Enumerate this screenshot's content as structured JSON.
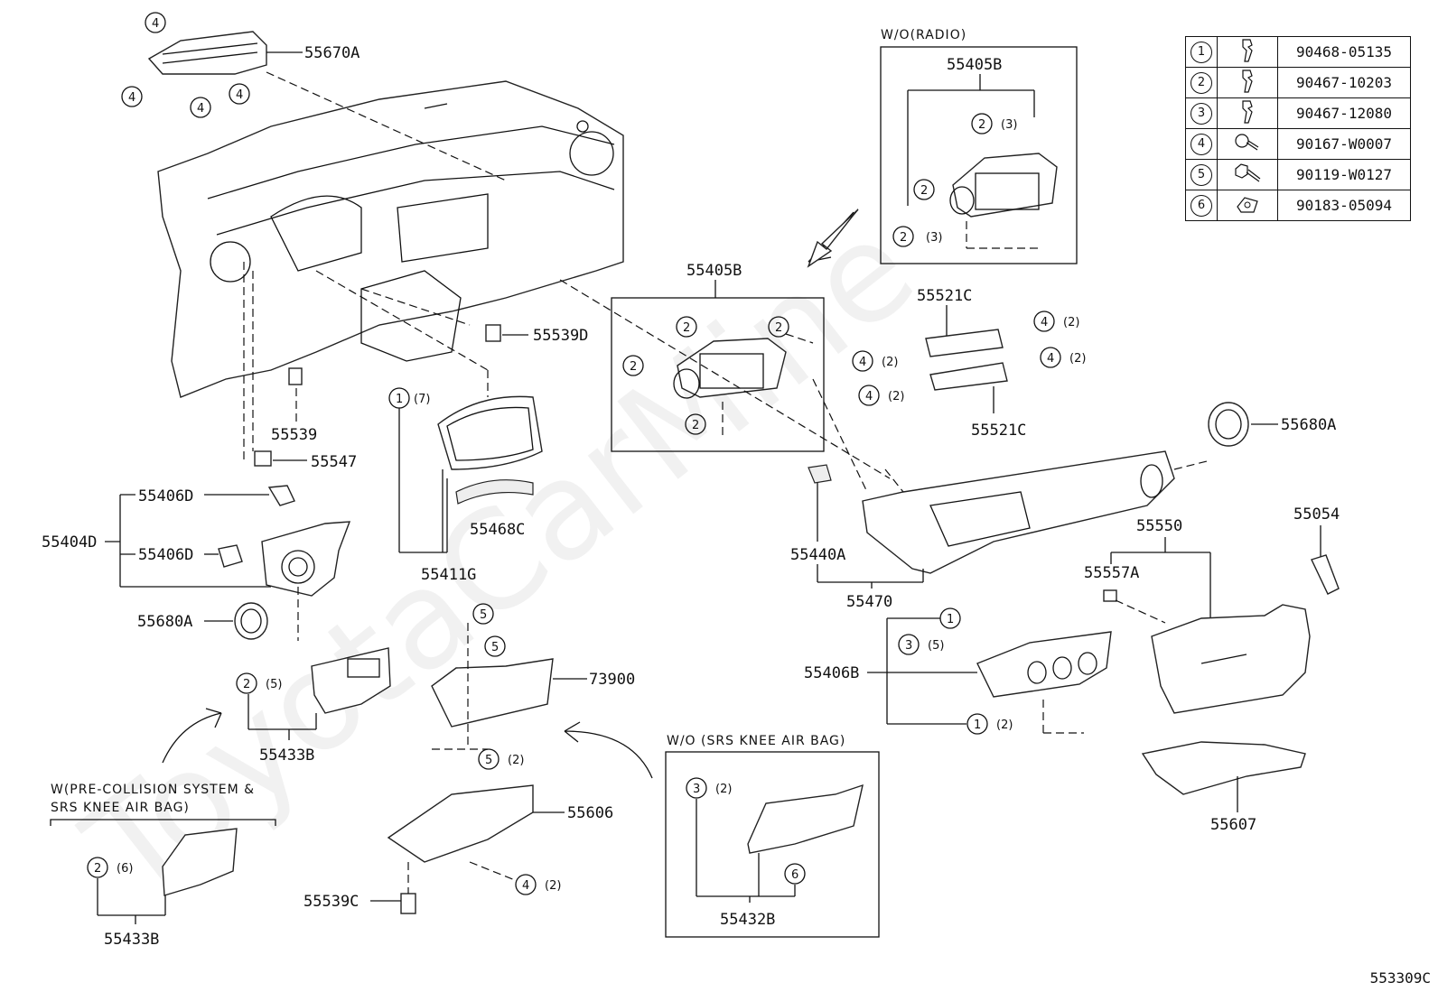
{
  "watermark": "ToyotaCarMine",
  "figure_number": "553309C",
  "captions": {
    "without_radio": "W/O(RADIO)",
    "without_knee_airbag": "W/O (SRS KNEE AIR BAG)",
    "with_precollision_1": "W(PRE-COLLISION SYSTEM &",
    "with_precollision_2": "SRS KNEE AIR BAG)"
  },
  "parts": {
    "p55670A": "55670A",
    "p55405B_top": "55405B",
    "p55405B_main": "55405B",
    "p55521C_top": "55521C",
    "p55521C_bottom": "55521C",
    "p55680A_right": "55680A",
    "p55539D": "55539D",
    "p55539": "55539",
    "p55547": "55547",
    "p55406D_top": "55406D",
    "p55404D": "55404D",
    "p55406D_bottom": "55406D",
    "p55468C": "55468C",
    "p55411G": "55411G",
    "p55440A": "55440A",
    "p55470": "55470",
    "p55550": "55550",
    "p55054": "55054",
    "p55557A": "55557A",
    "p55680A_left": "55680A",
    "p73900": "73900",
    "p55406B": "55406B",
    "p55433B_mid": "55433B",
    "p55606": "55606",
    "p55607": "55607",
    "p55539C": "55539C",
    "p55433B_bottom": "55433B",
    "p55432B": "55432B"
  },
  "qty": {
    "q3": "(3)",
    "q3b": "(3)",
    "q2a": "(2)",
    "q2b": "(2)",
    "q2c": "(2)",
    "q2d": "(2)",
    "q7": "(7)",
    "q5a": "(5)",
    "q5b": "(5)",
    "q2e": "(2)",
    "q2f": "(2)",
    "q2g": "(2)",
    "q2h": "(2)",
    "q6": "(6)"
  },
  "fasteners": [
    {
      "ref": "1",
      "part_no": "90468-05135",
      "icon": "clip-icon"
    },
    {
      "ref": "2",
      "part_no": "90467-10203",
      "icon": "clip-icon"
    },
    {
      "ref": "3",
      "part_no": "90467-12080",
      "icon": "clip-icon"
    },
    {
      "ref": "4",
      "part_no": "90167-W0007",
      "icon": "screw-icon"
    },
    {
      "ref": "5",
      "part_no": "90119-W0127",
      "icon": "bolt-icon"
    },
    {
      "ref": "6",
      "part_no": "90183-05094",
      "icon": "nut-clip-icon"
    }
  ],
  "callout_refs": {
    "c4a": "4",
    "c4b": "4",
    "c4c": "4",
    "c4d": "4",
    "c2a": "2",
    "c2b": "2",
    "c2c": "2",
    "c2d": "2",
    "c2e": "2",
    "c2f": "2",
    "c2g": "2",
    "c4e": "4",
    "c4f": "4",
    "c4g": "4",
    "c4h": "4",
    "c1a": "1",
    "c5a": "5",
    "c5b": "5",
    "c5c": "5",
    "c2h": "2",
    "c1b": "1",
    "c3a": "3",
    "c1c": "1",
    "c3b": "3",
    "c6a": "6",
    "c4i": "4",
    "c2i": "2"
  }
}
